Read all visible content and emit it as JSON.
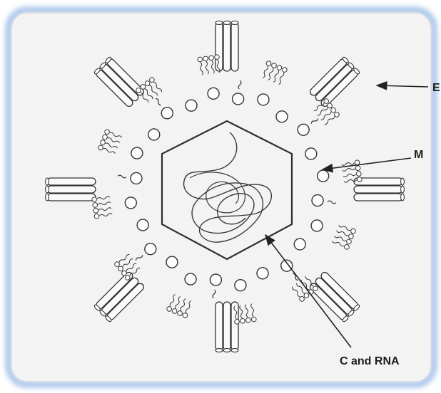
{
  "labels": {
    "e": "E",
    "m": "M",
    "core": "C and RNA"
  },
  "colors": {
    "paper": "#f3f3f3",
    "ink": "#333333",
    "frame_glow": "#9bbbe6"
  },
  "counts": {
    "e_bundles": 8,
    "m_spheres": 24,
    "lipid_clusters": 12
  }
}
